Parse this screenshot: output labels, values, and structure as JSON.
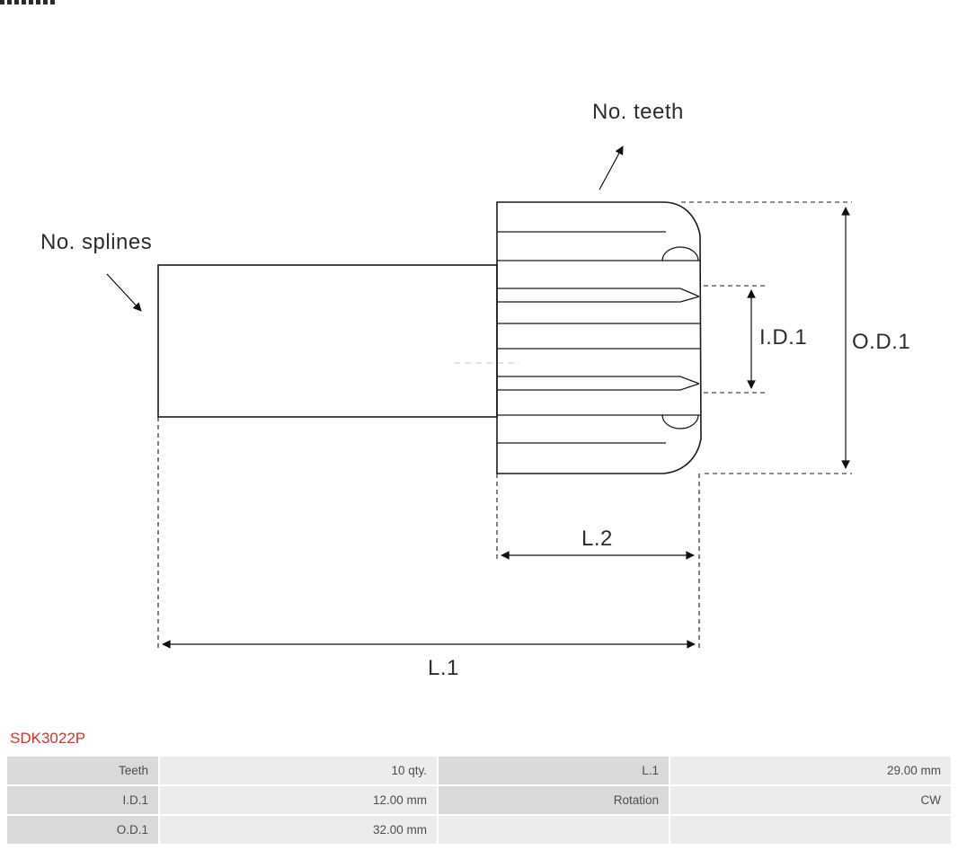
{
  "part_number": "SDK3022P",
  "diagram": {
    "labels": {
      "no_teeth": "No. teeth",
      "no_splines": "No. splines",
      "id1": "I.D.1",
      "od1": "O.D.1",
      "l2": "L.2",
      "l1": "L.1"
    }
  },
  "table": {
    "rows": [
      {
        "cells": [
          "Teeth",
          "10 qty.",
          "L.1",
          "29.00 mm"
        ]
      },
      {
        "cells": [
          "I.D.1",
          "12.00 mm",
          "Rotation",
          "CW"
        ]
      },
      {
        "cells": [
          "O.D.1",
          "32.00 mm",
          "",
          ""
        ]
      }
    ]
  }
}
